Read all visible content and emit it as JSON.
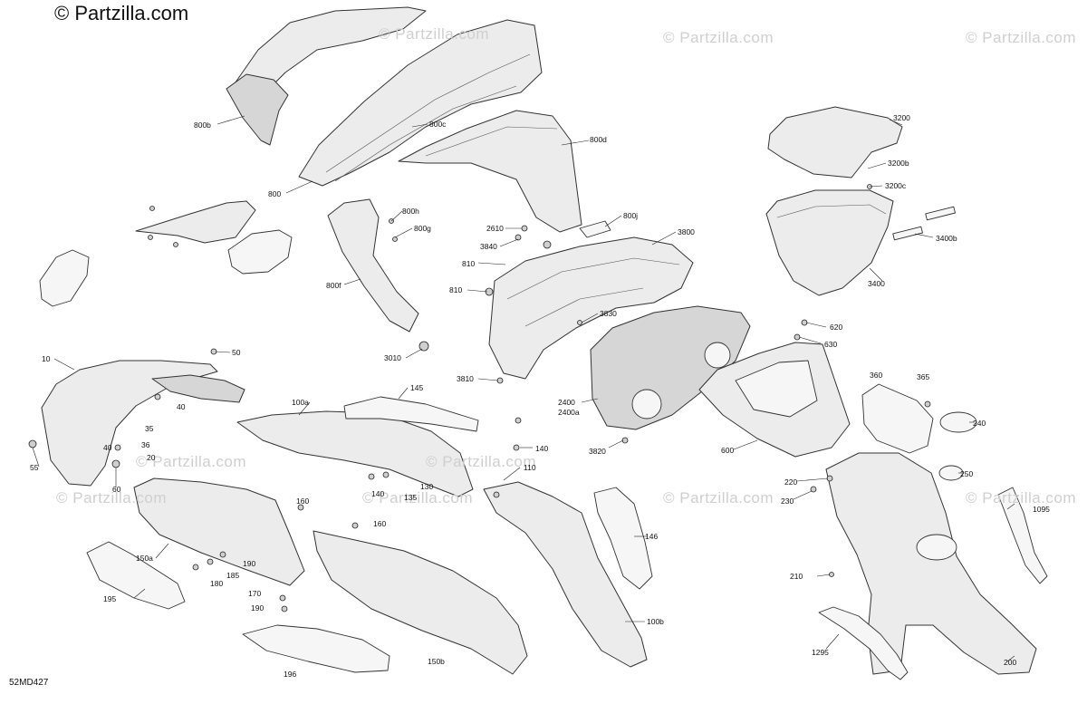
{
  "header": {
    "brand": "© Partzilla.com"
  },
  "watermarks": [
    "© Partzilla.com",
    "© Partzilla.com",
    "© Partzilla.com",
    "© Partzilla.com",
    "© Partzilla.com",
    "© Partzilla.com",
    "© Partzilla.com",
    "© Partzilla.com",
    "© Partzilla.com"
  ],
  "diagram_id": "52MD427",
  "callouts": [
    "800b",
    "800c",
    "800d",
    "800",
    "800h",
    "800g",
    "800j",
    "800f",
    "3010",
    "2610",
    "3840",
    "810",
    "810",
    "3800",
    "3830",
    "3810",
    "2400",
    "2400a",
    "3820",
    "3200",
    "3200b",
    "3200c",
    "3400b",
    "3400",
    "620",
    "630",
    "360",
    "365",
    "240",
    "250",
    "600",
    "220",
    "230",
    "10",
    "50",
    "40",
    "35",
    "36",
    "40",
    "20",
    "55",
    "60",
    "100a",
    "145",
    "140",
    "140",
    "135",
    "130",
    "110",
    "160",
    "160",
    "150a",
    "190",
    "185",
    "180",
    "170",
    "190",
    "195",
    "196",
    "150b",
    "146",
    "100b",
    "210",
    "1095",
    "1295",
    "200"
  ]
}
